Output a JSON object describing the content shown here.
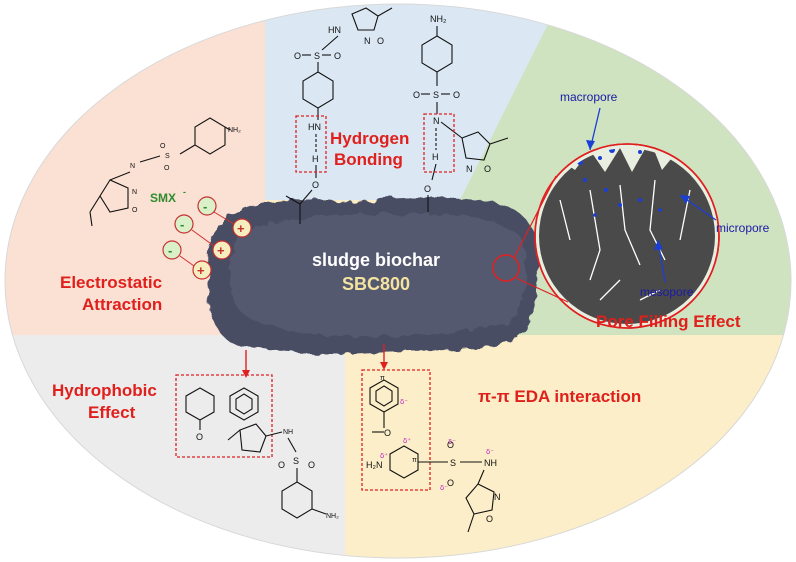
{
  "mechanisms": {
    "hydrogen_bonding_line1": "Hydrogen",
    "hydrogen_bonding_line2": "Bonding",
    "electrostatic_line1": "Electrostatic",
    "electrostatic_line2": "Attraction",
    "hydrophobic_line1": "Hydrophobic",
    "hydrophobic_line2": "Effect",
    "pi_pi": "π-π EDA interaction",
    "pore_filling": "Pore Filling Effect"
  },
  "biochar": {
    "line1": "sludge biochar",
    "line2": "SBC800"
  },
  "pores": {
    "macropore": "macropore",
    "micropore": "micropore",
    "mesopore": "mesopore"
  },
  "smx_label": "SMX",
  "smx_charge": "-",
  "ions": {
    "minus": "-",
    "plus": "+"
  },
  "chem_labels": {
    "nh2": "NH₂",
    "h2n": "H₂N",
    "hn": "HN",
    "nh": "NH",
    "n": "N",
    "h": "H",
    "o": "O",
    "s": "S",
    "delta_plus": "δ⁺",
    "delta_minus": "δ⁻",
    "pi": "π"
  },
  "colors": {
    "top_left_quadrant": "#fbe0d4",
    "top_center_quadrant": "#dbe8f4",
    "right_quadrant": "#cfe3c0",
    "bottom_right_quadrant": "#fbeec8",
    "bottom_left_quadrant": "#ececec",
    "mechanism_text": "#e0201c",
    "biochar": "#4a4e63",
    "pore_label": "#1a1aa8"
  }
}
